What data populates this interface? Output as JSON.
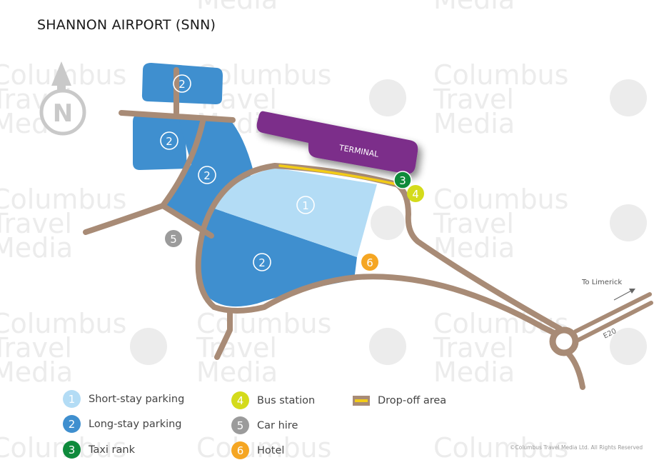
{
  "title": "SHANNON AIRPORT (SNN)",
  "watermark": {
    "lines": [
      "Columbus",
      "Travel",
      "Media"
    ],
    "color": "#e6e6e6"
  },
  "compass": {
    "letter": "N",
    "icon": "north-arrow-icon"
  },
  "terminal": {
    "label": "TERMINAL",
    "color": "#7b2f8a"
  },
  "markers": {
    "short_stay": "1",
    "long_stay": "2",
    "taxi": "3",
    "bus": "4",
    "car_hire": "5",
    "hotel": "6"
  },
  "road_labels": {
    "to_limerick": "To Limerick",
    "motorway": "E20"
  },
  "legend": [
    {
      "num": "1",
      "label": "Short-stay parking",
      "color": "#b3dcf5",
      "text_color": "#ffffff"
    },
    {
      "num": "2",
      "label": "Long-stay parking",
      "color": "#3f8fcf",
      "text_color": "#ffffff"
    },
    {
      "num": "3",
      "label": "Taxi rank",
      "color": "#0e8a3b",
      "text_color": "#ffffff"
    },
    {
      "num": "4",
      "label": "Bus station",
      "color": "#d4db1b",
      "text_color": "#ffffff"
    },
    {
      "num": "5",
      "label": "Car hire",
      "color": "#9b9b9b",
      "text_color": "#ffffff"
    },
    {
      "num": "6",
      "label": "Hotel",
      "color": "#f5a623",
      "text_color": "#ffffff"
    }
  ],
  "legend_dropoff": {
    "label": "Drop-off area",
    "road_color": "#a88b76",
    "line_color": "#f3cc17"
  },
  "copyright": "©Columbus Travel Media Ltd. All Rights Reserved"
}
